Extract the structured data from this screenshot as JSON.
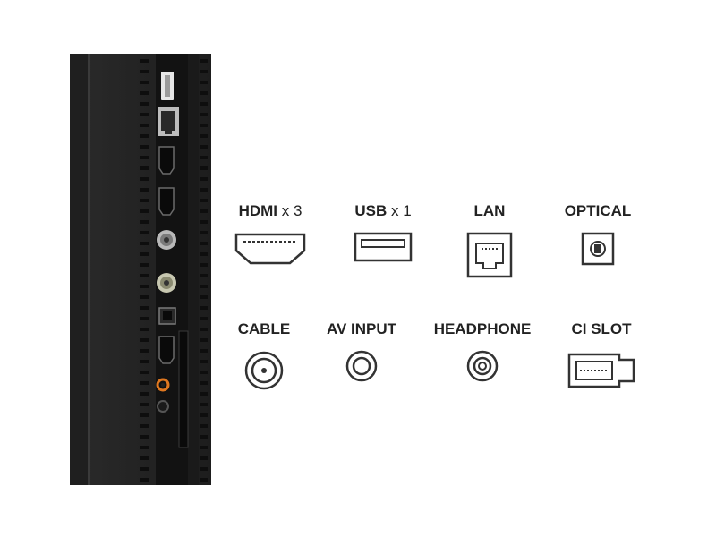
{
  "colors": {
    "panel_dark": "#1c1c1c",
    "panel_mid": "#2a2a2a",
    "strip": "#101010",
    "label": "#222222",
    "icon_stroke": "#333333",
    "av_accent": "#e07820"
  },
  "panel": {
    "ports": [
      "usb-port",
      "lan-port",
      "hdmi-port",
      "hdmi-port",
      "cable-port",
      "cable-port",
      "optical-port",
      "hdmi-port",
      "av-input-port",
      "headphone-port",
      "ci-slot"
    ]
  },
  "ports_row1": [
    {
      "label": "HDMI",
      "multiplier": "x 3",
      "icon": "hdmi-icon"
    },
    {
      "label": "USB",
      "multiplier": "x 1",
      "icon": "usb-icon"
    },
    {
      "label": "LAN",
      "multiplier": "",
      "icon": "lan-icon"
    },
    {
      "label": "OPTICAL",
      "multiplier": "",
      "icon": "optical-icon"
    }
  ],
  "ports_row2": [
    {
      "label": "CABLE",
      "multiplier": "",
      "icon": "coax-icon"
    },
    {
      "label": "AV INPUT",
      "multiplier": "",
      "icon": "av-input-icon"
    },
    {
      "label": "HEADPHONE",
      "multiplier": "",
      "icon": "headphone-icon"
    },
    {
      "label": "CI SLOT",
      "multiplier": "",
      "icon": "ci-slot-icon"
    }
  ]
}
